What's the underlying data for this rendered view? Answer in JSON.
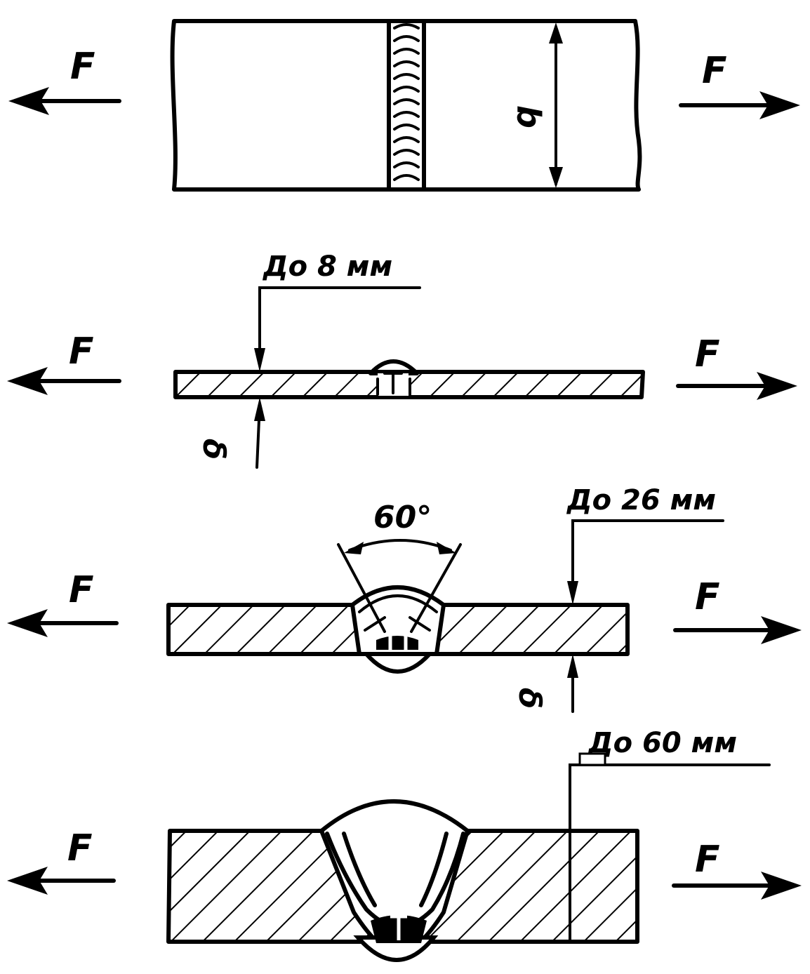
{
  "labels": {
    "force": "F",
    "width": "b",
    "thickness": "δ",
    "angle": "60°",
    "thickness_limit_1": "До 8 мм",
    "thickness_limit_2": "До 26 мм",
    "thickness_limit_3": "До 60 мм"
  },
  "colors": {
    "ink": "#000000",
    "paper": "#ffffff"
  }
}
